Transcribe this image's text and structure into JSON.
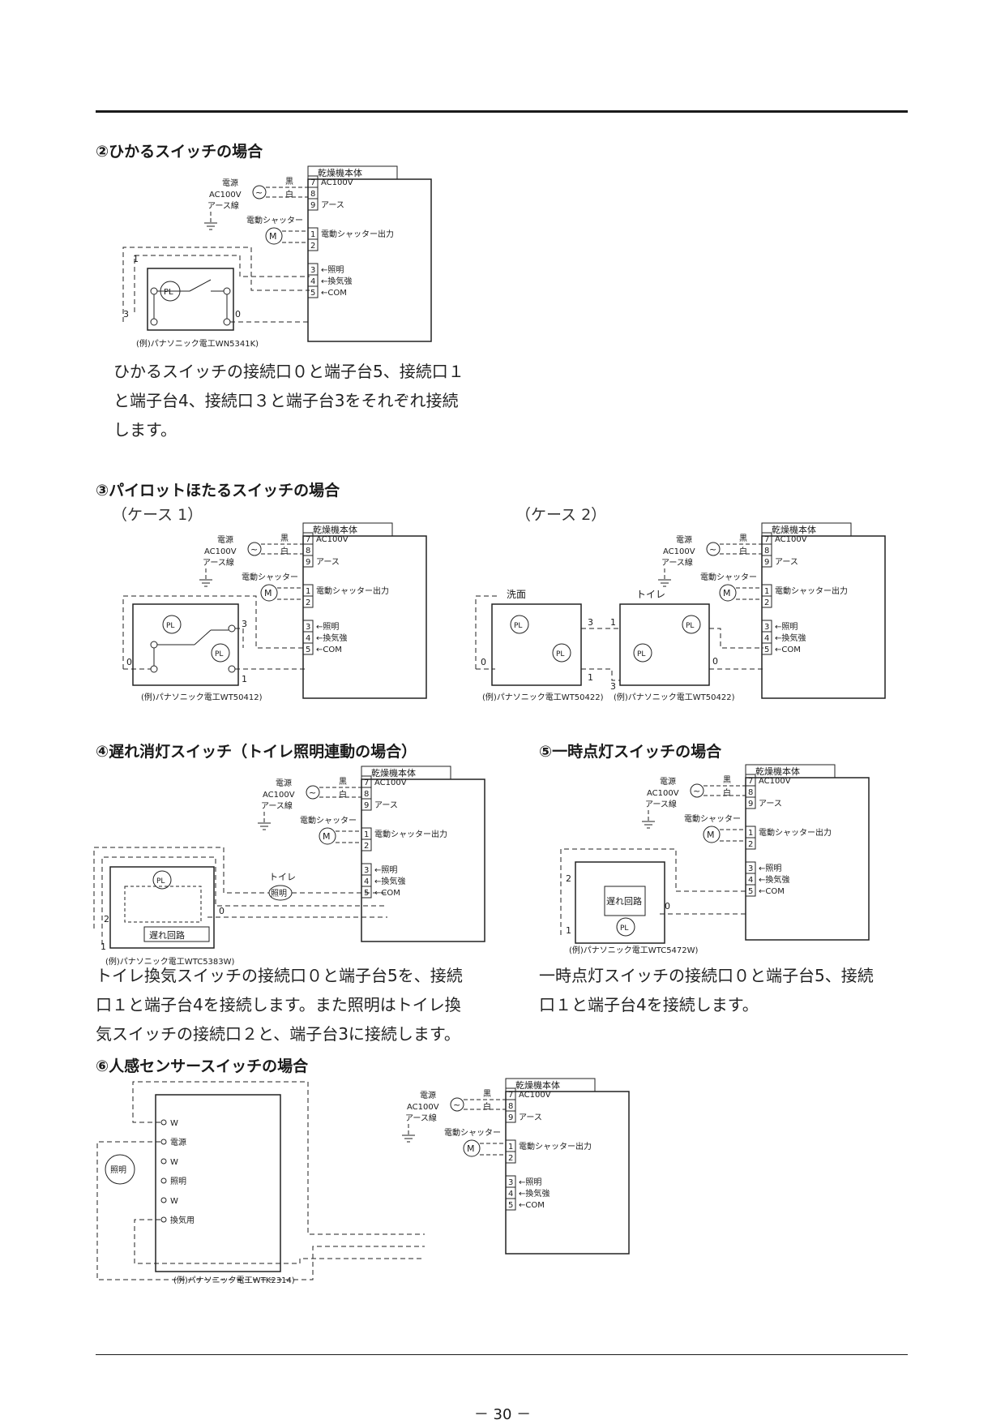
{
  "page_number": "－ 30 －",
  "dryer_block": {
    "title": "乾燥機本体",
    "power_label": "電源",
    "ac_label": "AC100V",
    "earth_wire": "アース線",
    "black": "黒",
    "white": "白",
    "shutter_label": "電動シャッター",
    "motor": "M",
    "terminals": [
      {
        "n": "7",
        "label": "AC100V"
      },
      {
        "n": "8",
        "label": ""
      },
      {
        "n": "9",
        "label": "アース"
      },
      {
        "n": "1",
        "label": "電動シャッター出力"
      },
      {
        "n": "2",
        "label": ""
      },
      {
        "n": "3",
        "label": "←照明"
      },
      {
        "n": "4",
        "label": "←換気強"
      },
      {
        "n": "5",
        "label": "←COM"
      }
    ]
  },
  "sections": {
    "s2": {
      "heading": "②ひかるスイッチの場合",
      "example": "(例)パナソニック電工WN5341K)",
      "lines": [
        "ひかるスイッチの接続口０と端子台5、接続口１",
        "と端子台4、接続口３と端子台3をそれぞれ接続",
        "します。"
      ]
    },
    "s3": {
      "heading": "③パイロットほたるスイッチの場合",
      "case1": "（ケース 1）",
      "case2": "（ケース 2）",
      "example1": "(例)パナソニック電工WT50412)",
      "example2a": "(例)パナソニック電工WT50422)",
      "example2b": "(例)パナソニック電工WT50422)",
      "washroom": "洗面",
      "toilet": "トイレ"
    },
    "s4": {
      "heading": "④遅れ消灯スイッチ（トイレ照明連動の場合）",
      "example": "(例)パナソニック電工WTC5383W)",
      "toilet": "トイレ",
      "light": "照明",
      "delay_circuit": "遅れ回路",
      "lines": [
        "トイレ換気スイッチの接続口０と端子台5を、接続",
        "口１と端子台4を接続します。また照明はトイレ換",
        "気スイッチの接続口２と、端子台3に接続します。"
      ]
    },
    "s5": {
      "heading": "⑤一時点灯スイッチの場合",
      "example": "(例)パナソニック電工WTC5472W)",
      "delay_circuit": "遅れ回路",
      "lines": [
        "一時点灯スイッチの接続口０と端子台5、接続",
        "口１と端子台4を接続します。"
      ]
    },
    "s6": {
      "heading": "⑥人感センサースイッチの場合",
      "example": "(例)パナソニック電工WTK2314)",
      "light": "照明",
      "terminals": [
        "W",
        "電源",
        "W",
        "照明",
        "W",
        "換気用"
      ]
    }
  }
}
